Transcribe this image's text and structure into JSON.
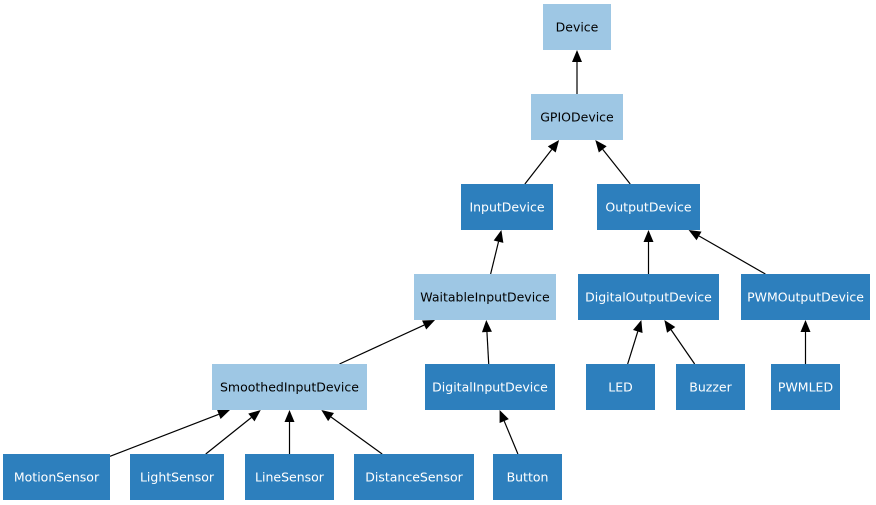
{
  "colors": {
    "abstract_fill": "#9ec7e4",
    "abstract_text": "#000000",
    "concrete_fill": "#2d7fbd",
    "concrete_text": "#ffffff",
    "edge": "#000000"
  },
  "nodes": {
    "device": {
      "label": "Device",
      "kind": "abstract"
    },
    "gpio_device": {
      "label": "GPIODevice",
      "kind": "abstract"
    },
    "input_device": {
      "label": "InputDevice",
      "kind": "concrete"
    },
    "output_device": {
      "label": "OutputDevice",
      "kind": "concrete"
    },
    "waitable_input_device": {
      "label": "WaitableInputDevice",
      "kind": "abstract"
    },
    "digital_output_device": {
      "label": "DigitalOutputDevice",
      "kind": "concrete"
    },
    "pwm_output_device": {
      "label": "PWMOutputDevice",
      "kind": "concrete"
    },
    "smoothed_input_device": {
      "label": "SmoothedInputDevice",
      "kind": "abstract"
    },
    "digital_input_device": {
      "label": "DigitalInputDevice",
      "kind": "concrete"
    },
    "led": {
      "label": "LED",
      "kind": "concrete"
    },
    "buzzer": {
      "label": "Buzzer",
      "kind": "concrete"
    },
    "pwmled": {
      "label": "PWMLED",
      "kind": "concrete"
    },
    "motion_sensor": {
      "label": "MotionSensor",
      "kind": "concrete"
    },
    "light_sensor": {
      "label": "LightSensor",
      "kind": "concrete"
    },
    "line_sensor": {
      "label": "LineSensor",
      "kind": "concrete"
    },
    "distance_sensor": {
      "label": "DistanceSensor",
      "kind": "concrete"
    },
    "button": {
      "label": "Button",
      "kind": "concrete"
    }
  },
  "edges": [
    {
      "from": "gpio_device",
      "to": "device"
    },
    {
      "from": "input_device",
      "to": "gpio_device"
    },
    {
      "from": "output_device",
      "to": "gpio_device"
    },
    {
      "from": "waitable_input_device",
      "to": "input_device"
    },
    {
      "from": "digital_output_device",
      "to": "output_device"
    },
    {
      "from": "pwm_output_device",
      "to": "output_device"
    },
    {
      "from": "smoothed_input_device",
      "to": "waitable_input_device"
    },
    {
      "from": "digital_input_device",
      "to": "waitable_input_device"
    },
    {
      "from": "led",
      "to": "digital_output_device"
    },
    {
      "from": "buzzer",
      "to": "digital_output_device"
    },
    {
      "from": "pwmled",
      "to": "pwm_output_device"
    },
    {
      "from": "motion_sensor",
      "to": "smoothed_input_device"
    },
    {
      "from": "light_sensor",
      "to": "smoothed_input_device"
    },
    {
      "from": "line_sensor",
      "to": "smoothed_input_device"
    },
    {
      "from": "distance_sensor",
      "to": "smoothed_input_device"
    },
    {
      "from": "button",
      "to": "digital_input_device"
    }
  ]
}
